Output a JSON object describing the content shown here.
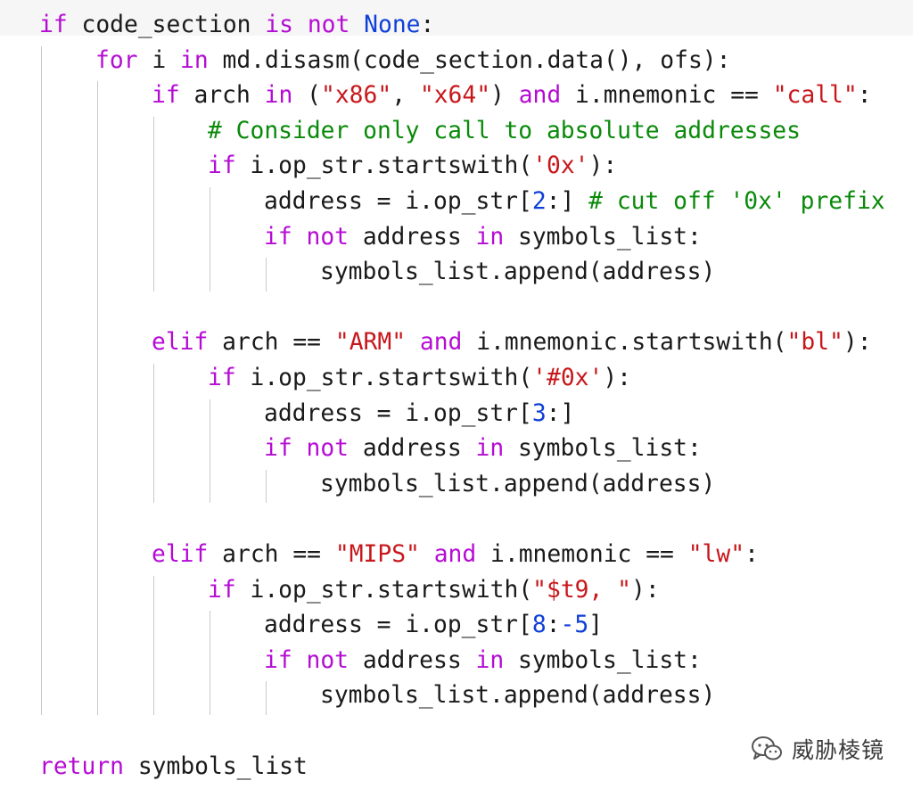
{
  "code": {
    "lines": [
      {
        "indent": 0,
        "tokens": [
          [
            "kw",
            "if"
          ],
          [
            "fn",
            " code_section "
          ],
          [
            "kw",
            "is not"
          ],
          [
            "fn",
            " "
          ],
          [
            "con",
            "None"
          ],
          [
            "fn",
            ":"
          ]
        ]
      },
      {
        "indent": 1,
        "tokens": [
          [
            "kw",
            "for"
          ],
          [
            "fn",
            " i "
          ],
          [
            "kw",
            "in"
          ],
          [
            "fn",
            " md.disasm(code_section.data(), ofs):"
          ]
        ]
      },
      {
        "indent": 2,
        "tokens": [
          [
            "kw",
            "if"
          ],
          [
            "fn",
            " arch "
          ],
          [
            "kw",
            "in"
          ],
          [
            "fn",
            " ("
          ],
          [
            "str",
            "\"x86\""
          ],
          [
            "fn",
            ", "
          ],
          [
            "str",
            "\"x64\""
          ],
          [
            "fn",
            ") "
          ],
          [
            "kw",
            "and"
          ],
          [
            "fn",
            " i.mnemonic "
          ],
          [
            "op",
            "=="
          ],
          [
            "fn",
            " "
          ],
          [
            "str",
            "\"call\""
          ],
          [
            "fn",
            ":"
          ]
        ]
      },
      {
        "indent": 3,
        "tokens": [
          [
            "cmt",
            "# Consider only call to absolute addresses"
          ]
        ]
      },
      {
        "indent": 3,
        "tokens": [
          [
            "kw",
            "if"
          ],
          [
            "fn",
            " i.op_str.startswith("
          ],
          [
            "str",
            "'0x'"
          ],
          [
            "fn",
            "):"
          ]
        ]
      },
      {
        "indent": 4,
        "tokens": [
          [
            "fn",
            "address = i.op_str["
          ],
          [
            "num",
            "2"
          ],
          [
            "fn",
            ":] "
          ],
          [
            "cmt",
            "# cut off '0x' prefix"
          ]
        ]
      },
      {
        "indent": 4,
        "tokens": [
          [
            "kw",
            "if not"
          ],
          [
            "fn",
            " address "
          ],
          [
            "kw",
            "in"
          ],
          [
            "fn",
            " symbols_list:"
          ]
        ]
      },
      {
        "indent": 5,
        "tokens": [
          [
            "fn",
            "symbols_list.append(address)"
          ]
        ]
      },
      {
        "indent": 0,
        "tokens": []
      },
      {
        "indent": 2,
        "tokens": [
          [
            "kw",
            "elif"
          ],
          [
            "fn",
            " arch "
          ],
          [
            "op",
            "=="
          ],
          [
            "fn",
            " "
          ],
          [
            "str",
            "\"ARM\""
          ],
          [
            "fn",
            " "
          ],
          [
            "kw",
            "and"
          ],
          [
            "fn",
            " i.mnemonic.startswith("
          ],
          [
            "str",
            "\"bl\""
          ],
          [
            "fn",
            "):"
          ]
        ]
      },
      {
        "indent": 3,
        "tokens": [
          [
            "kw",
            "if"
          ],
          [
            "fn",
            " i.op_str.startswith("
          ],
          [
            "str",
            "'#0x'"
          ],
          [
            "fn",
            "):"
          ]
        ]
      },
      {
        "indent": 4,
        "tokens": [
          [
            "fn",
            "address = i.op_str["
          ],
          [
            "num",
            "3"
          ],
          [
            "fn",
            ":]"
          ]
        ]
      },
      {
        "indent": 4,
        "tokens": [
          [
            "kw",
            "if not"
          ],
          [
            "fn",
            " address "
          ],
          [
            "kw",
            "in"
          ],
          [
            "fn",
            " symbols_list:"
          ]
        ]
      },
      {
        "indent": 5,
        "tokens": [
          [
            "fn",
            "symbols_list.append(address)"
          ]
        ]
      },
      {
        "indent": 0,
        "tokens": []
      },
      {
        "indent": 2,
        "tokens": [
          [
            "kw",
            "elif"
          ],
          [
            "fn",
            " arch "
          ],
          [
            "op",
            "=="
          ],
          [
            "fn",
            " "
          ],
          [
            "str",
            "\"MIPS\""
          ],
          [
            "fn",
            " "
          ],
          [
            "kw",
            "and"
          ],
          [
            "fn",
            " i.mnemonic "
          ],
          [
            "op",
            "=="
          ],
          [
            "fn",
            " "
          ],
          [
            "str",
            "\"lw\""
          ],
          [
            "fn",
            ":"
          ]
        ]
      },
      {
        "indent": 3,
        "tokens": [
          [
            "kw",
            "if"
          ],
          [
            "fn",
            " i.op_str.startswith("
          ],
          [
            "str",
            "\"$t9, \""
          ],
          [
            "fn",
            "):"
          ]
        ]
      },
      {
        "indent": 4,
        "tokens": [
          [
            "fn",
            "address = i.op_str["
          ],
          [
            "num",
            "8"
          ],
          [
            "fn",
            ":"
          ],
          [
            "num",
            "-5"
          ],
          [
            "fn",
            "]"
          ]
        ]
      },
      {
        "indent": 4,
        "tokens": [
          [
            "kw",
            "if not"
          ],
          [
            "fn",
            " address "
          ],
          [
            "kw",
            "in"
          ],
          [
            "fn",
            " symbols_list:"
          ]
        ]
      },
      {
        "indent": 5,
        "tokens": [
          [
            "fn",
            "symbols_list.append(address)"
          ]
        ]
      },
      {
        "indent": 0,
        "tokens": []
      },
      {
        "indent": 0,
        "tokens": [
          [
            "kw",
            "return"
          ],
          [
            "fn",
            " symbols_list"
          ]
        ]
      }
    ]
  },
  "watermark": {
    "text": "威胁棱镜",
    "icon": "wechat-icon"
  },
  "colors": {
    "keyword": "#b50cd4",
    "string": "#c8171b",
    "comment": "#0a8a0a",
    "number": "#0f3fd8",
    "text": "#1a1a1a",
    "guide": "#c9c9c9"
  }
}
